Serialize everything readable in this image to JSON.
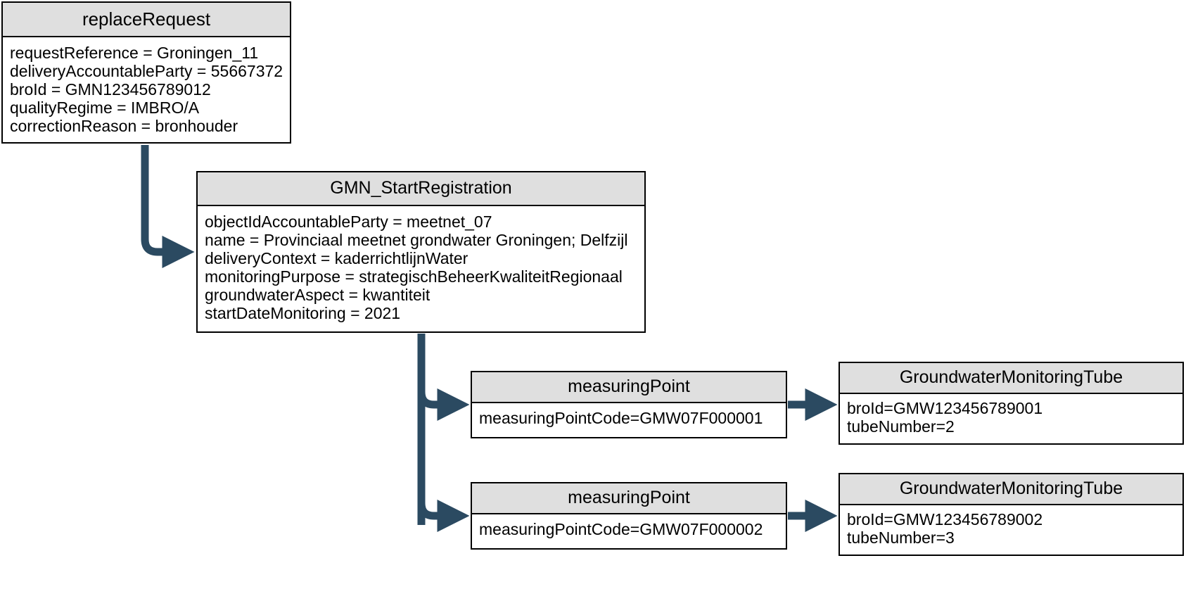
{
  "diagram": {
    "type": "uml-object-diagram",
    "connector_color": "#2b4a61",
    "header_fill": "#dfdfdf",
    "border_color": "#000000",
    "background": "#ffffff"
  },
  "boxes": [
    {
      "id": "replaceRequest",
      "title": "replaceRequest",
      "attributes": [
        "requestReference = Groningen_11",
        "deliveryAccountableParty = 55667372",
        "broId = GMN123456789012",
        "qualityRegime = IMBRO/A",
        "correctionReason = bronhouder"
      ]
    },
    {
      "id": "gmnStartRegistration",
      "title": "GMN_StartRegistration",
      "attributes": [
        "objectIdAccountableParty = meetnet_07",
        "name = Provinciaal meetnet grondwater Groningen; Delfzijl",
        "deliveryContext = kaderrichtlijnWater",
        "monitoringPurpose = strategischBeheerKwaliteitRegionaal",
        "groundwaterAspect = kwantiteit",
        "startDateMonitoring = 2021"
      ]
    },
    {
      "id": "measuringPoint1",
      "title": "measuringPoint",
      "attributes": [
        "measuringPointCode=GMW07F000001"
      ]
    },
    {
      "id": "measuringPoint2",
      "title": "measuringPoint",
      "attributes": [
        "measuringPointCode=GMW07F000002"
      ]
    },
    {
      "id": "groundwaterMonitoringTube1",
      "title": "GroundwaterMonitoringTube",
      "attributes": [
        "broId=GMW123456789001",
        "tubeNumber=2"
      ]
    },
    {
      "id": "groundwaterMonitoringTube2",
      "title": "GroundwaterMonitoringTube",
      "attributes": [
        "broId=GMW123456789002",
        "tubeNumber=3"
      ]
    }
  ],
  "connectors": [
    {
      "from": "replaceRequest",
      "to": "gmnStartRegistration"
    },
    {
      "from": "gmnStartRegistration",
      "to": "measuringPoint1"
    },
    {
      "from": "gmnStartRegistration",
      "to": "measuringPoint2"
    },
    {
      "from": "measuringPoint1",
      "to": "groundwaterMonitoringTube1"
    },
    {
      "from": "measuringPoint2",
      "to": "groundwaterMonitoringTube2"
    }
  ]
}
